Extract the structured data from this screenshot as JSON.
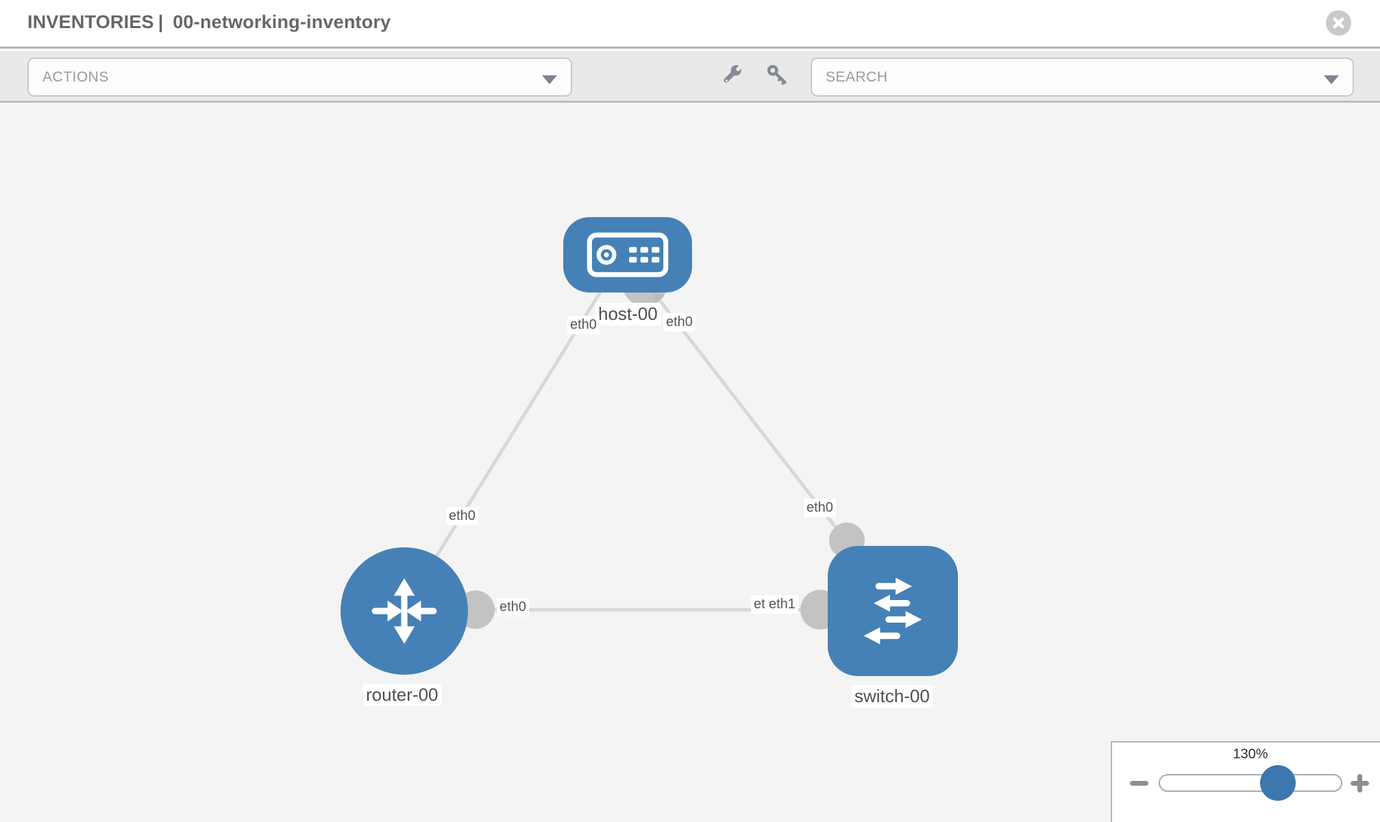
{
  "header": {
    "section": "INVENTORIES",
    "separator": "|",
    "inventory_name": "00-networking-inventory"
  },
  "toolbar": {
    "actions_label": "ACTIONS",
    "search_label": "SEARCH",
    "icons": [
      "wrench-icon",
      "key-icon"
    ]
  },
  "topology": {
    "nodes": [
      {
        "label": "host-00",
        "type": "host"
      },
      {
        "label": "router-00",
        "type": "router"
      },
      {
        "label": "switch-00",
        "type": "switch"
      }
    ],
    "links": [
      {
        "source": "host-00",
        "source_if": "eth0",
        "target": "router-00",
        "target_if": "eth0"
      },
      {
        "source": "host-00",
        "source_if": "eth0",
        "target": "switch-00",
        "target_if": "eth0"
      },
      {
        "source": "router-00",
        "source_if": "eth0",
        "target": "switch-00",
        "target_if": "eth1"
      }
    ],
    "interface_labels": {
      "host_left": "eth0",
      "host_right": "eth0",
      "router_top": "eth0",
      "switch_top": "eth0",
      "router_right": "eth0",
      "switch_left_hidden": "eth0",
      "switch_left": "eth1"
    }
  },
  "zoom_panel": {
    "level": "130%"
  },
  "colors": {
    "node_blue": "#4581b6",
    "link_gray": "#d8d8d8",
    "port_gray": "#c3c3c3",
    "arrow_gray": "#bcbcbc",
    "handle_blue": "#3c77ae",
    "canvas_bg": "#f4f4f4",
    "toolbar_bg": "#e9e9e9"
  }
}
